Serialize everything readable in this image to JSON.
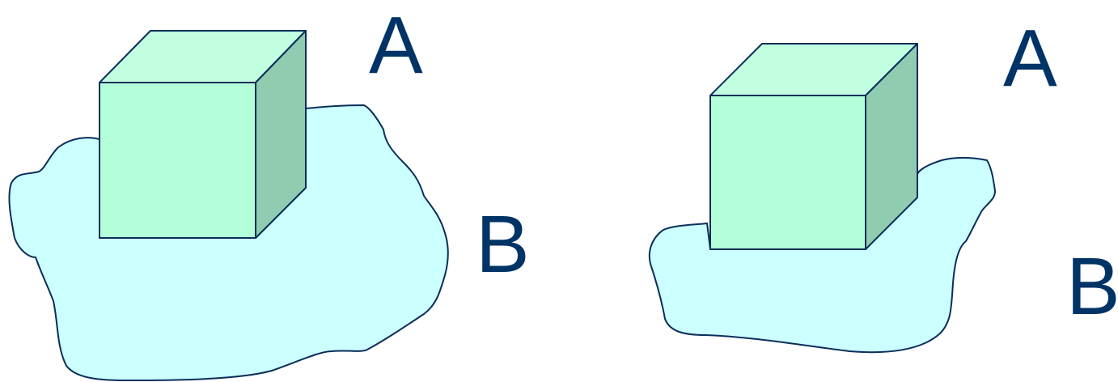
{
  "colors": {
    "background": "#ffffff",
    "blob_fill": "#ccffff",
    "cube_front": "#b3ffd9",
    "cube_top": "#c2ffe0",
    "cube_side": "#8fccb0",
    "outline": "#0b2e5a",
    "label": "#003366"
  },
  "panels": [
    {
      "cube_label": "A",
      "surface_label": "B"
    },
    {
      "cube_label": "A",
      "surface_label": "B"
    }
  ]
}
